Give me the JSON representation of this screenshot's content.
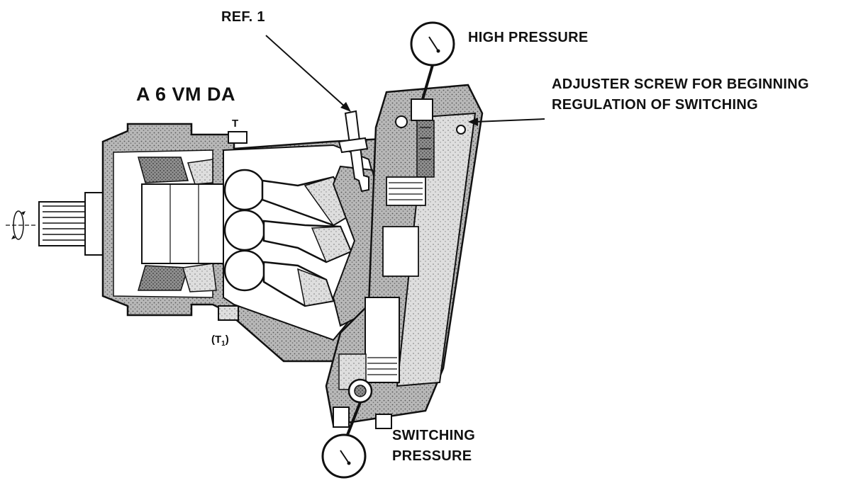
{
  "diagram": {
    "model": "A 6 VM DA",
    "labels": {
      "ref": "REF. 1",
      "high_pressure": "HIGH PRESSURE",
      "adjuster_line1": "ADJUSTER SCREW FOR BEGINNING",
      "adjuster_line2": "REGULATION OF SWITCHING",
      "switching_line1": "SWITCHING",
      "switching_line2": "PRESSURE",
      "port_t": "T",
      "port_t1_open": "(T",
      "port_t1_sub": "1",
      "port_t1_close": ")"
    },
    "colors": {
      "ink": "#111111",
      "casing": "#8a8a8a",
      "section": "#c4c4c4",
      "light": "#e6e6e6"
    }
  }
}
